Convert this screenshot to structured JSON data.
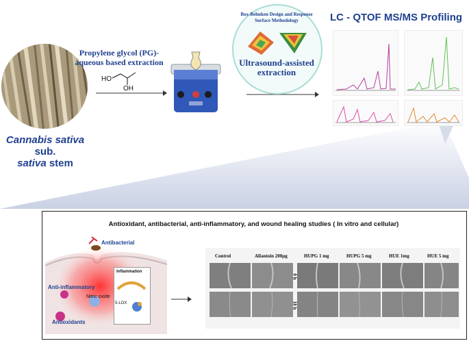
{
  "stem": {
    "caption_line1_italic": "Cannabis sativa",
    "caption_line1_rest": " sub.",
    "caption_line2_italic": "sativa",
    "caption_line2_rest": " stem"
  },
  "extraction": {
    "solvent_label": "Propylene glycol (PG)-aqueous based extraction",
    "oh_left": "HO",
    "oh_right": "OH"
  },
  "optimization": {
    "design_title": "Box-Behnken Design and Response Surface Methodology",
    "method_label": "Ultrasound-assisted extraction"
  },
  "profiling": {
    "title": "LC - QTOF MS/MS Profiling"
  },
  "studies": {
    "title": "Antioxidant, antibacterial, anti-inflammatory, and wound healing  studies ( In vitro and cellular)",
    "antibacterial": "Antibacterial",
    "anti_inflammatory": "Anti-inflammatory",
    "antioxidants": "Antioxidants",
    "nitric_oxide": "Nitric oxide",
    "inflammation": "Inflammation",
    "lox": "5-LOX",
    "columns": [
      "Control",
      "Allantoin 200μg",
      "HUPG 1 mg",
      "HUPG 5 mg",
      "HUE 1mg",
      "HUE 5 mg"
    ],
    "rows": [
      "0 h",
      "18 h"
    ]
  },
  "colors": {
    "title_blue": "#1f3f8f",
    "accent_red": "#d6313f",
    "accent_magenta": "#c8338a"
  }
}
